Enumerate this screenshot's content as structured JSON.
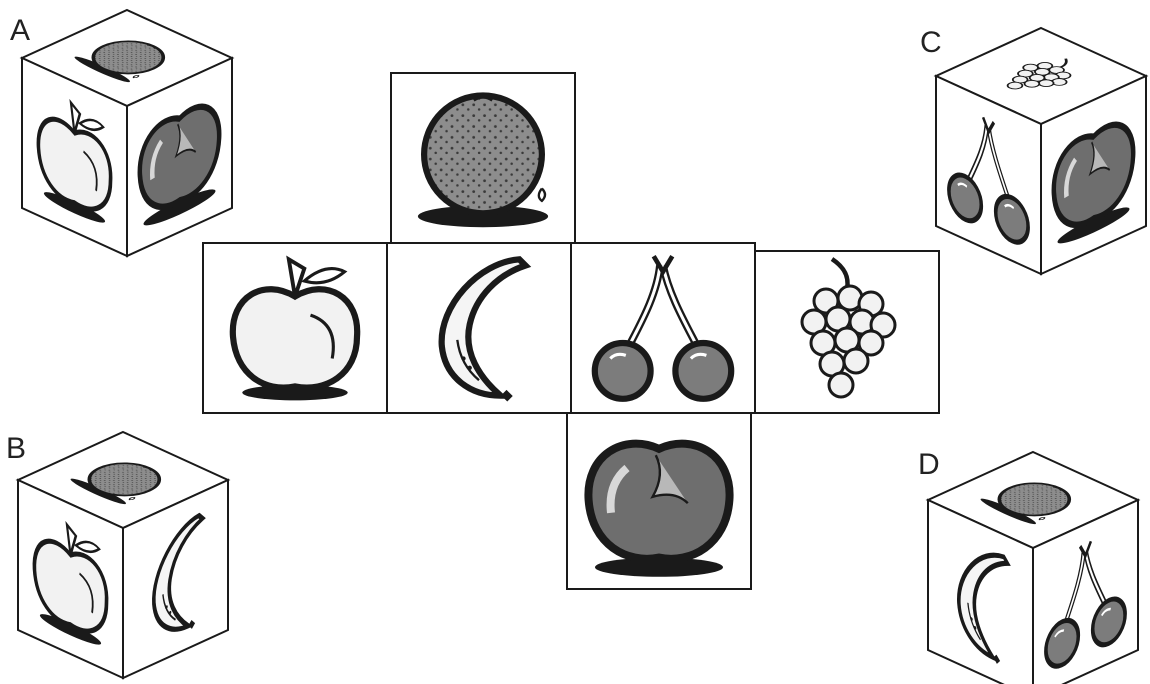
{
  "options": [
    {
      "letter": "A",
      "top": "orange",
      "left": "apple",
      "right": "tomato"
    },
    {
      "letter": "B",
      "top": "orange",
      "left": "apple",
      "right": "banana"
    },
    {
      "letter": "C",
      "top": "grapes",
      "left": "cherries",
      "right": "tomato"
    },
    {
      "letter": "D",
      "top": "orange",
      "left": "banana",
      "right": "cherries"
    }
  ],
  "net": {
    "top": "orange",
    "row": [
      "apple",
      "banana",
      "cherries",
      "grapes"
    ],
    "bottom": "tomato"
  },
  "colors": {
    "ink": "#1a1a1a",
    "dark_fill": "#8a8a8a",
    "light_fill": "#ededed",
    "white": "#ffffff"
  }
}
